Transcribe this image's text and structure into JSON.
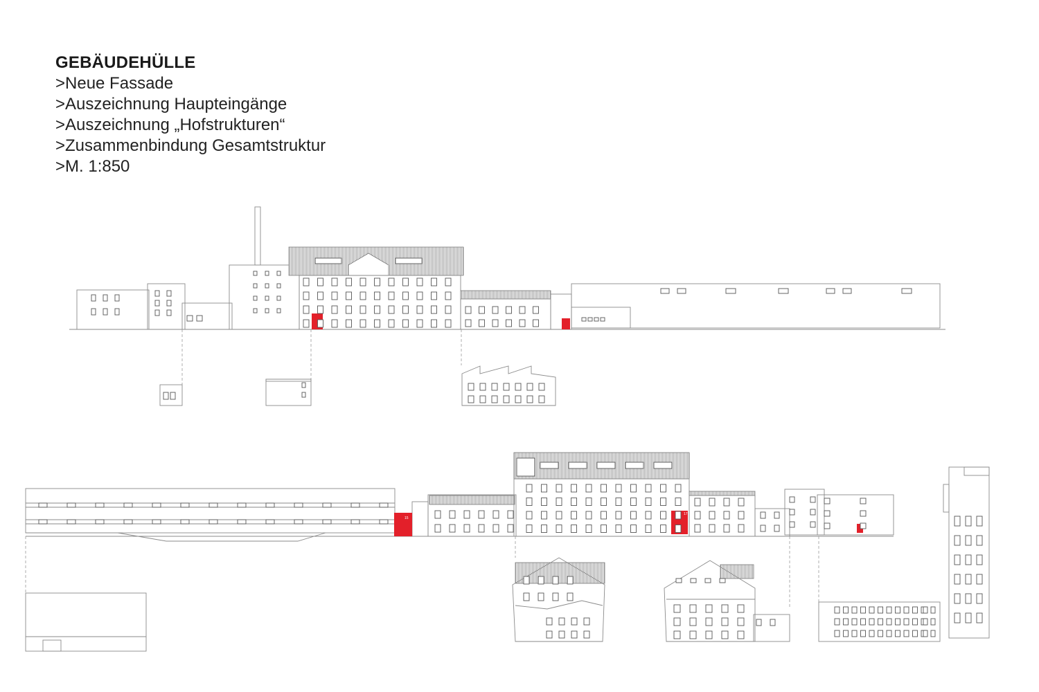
{
  "title": "GEBÄUDEHÜLLE",
  "items": [
    ">Neue Fassade",
    ">Auszeichnung Haupteingänge",
    ">Auszeichnung „Hofstrukturen“",
    ">Zusammenbindung Gesamtstruktur",
    ">M. 1:850"
  ],
  "entrance_labels": [
    "15",
    "17"
  ],
  "colors": {
    "accent": "#e3202a",
    "line": "#8a8a8a"
  }
}
